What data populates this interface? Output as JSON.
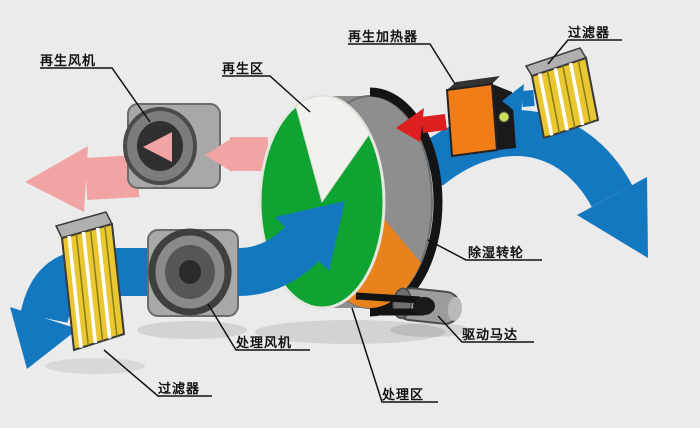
{
  "diagram": {
    "type": "rotary-desiccant-dehumidifier-schematic",
    "labels": {
      "regen_fan": "再生风机",
      "regen_zone": "再生区",
      "regen_heater": "再生加热器",
      "filter_top": "过滤器",
      "wheel": "除湿转轮",
      "motor": "驱动马达",
      "process_fan": "处理风机",
      "filter_bottom": "过滤器",
      "process_zone": "处理区"
    },
    "colors": {
      "flow_blue": "#1478c1",
      "regen_pink": "#f2a3a3",
      "heat_red": "#dd1f1f",
      "wheel_green": "#0fa432",
      "heater_orange": "#f07d18",
      "filter_yellow": "#e8c733",
      "machine_gray": "#9c9c9c",
      "belt_black": "#141414",
      "background": "#ebebeb"
    }
  }
}
